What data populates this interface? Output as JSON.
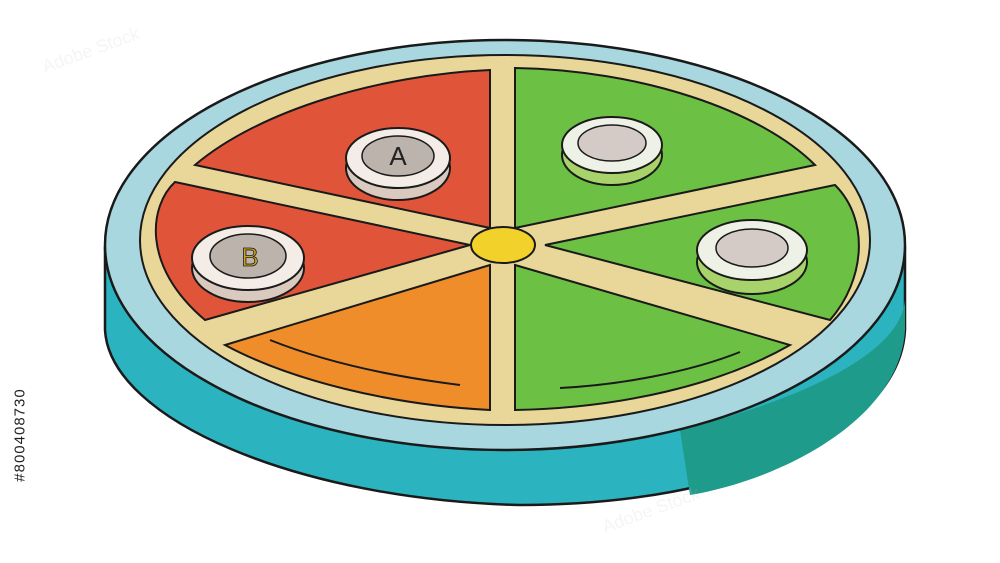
{
  "image": {
    "description_free": true,
    "side_label": "#800408730",
    "watermark_text": "Adobe Stock",
    "coin_labels": {
      "a": "A",
      "b": "B"
    },
    "colors": {
      "background": "#ffffff",
      "rim_top": "#a9d7df",
      "rim_side": "#2bb3bf",
      "rim_side_dark": "#1e9b8a",
      "divider": "#e9d79a",
      "red": "#e0543a",
      "orange": "#ef8d2a",
      "green": "#6cc043",
      "center": "#f2d22a",
      "outline": "#1a1a1a"
    }
  }
}
